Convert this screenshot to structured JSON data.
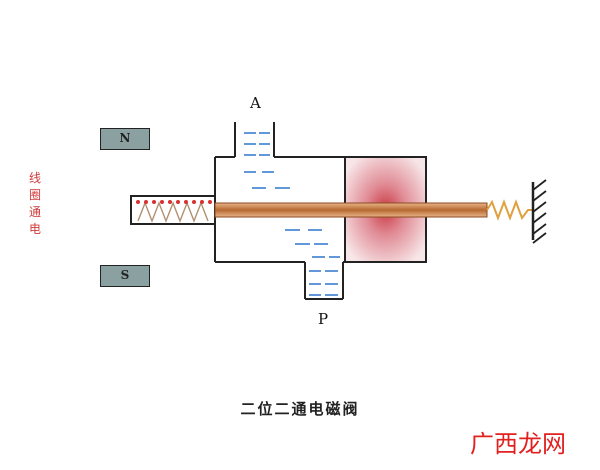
{
  "labels": {
    "port_a": "A",
    "port_p": "P",
    "magnet_north": "N",
    "magnet_south": "S",
    "coil_energized": "线圈通电",
    "caption": "二位二通电磁阀",
    "watermark": "广西龙网"
  },
  "colors": {
    "outline": "#222222",
    "fluid": "#3a7fd0",
    "rod": "#c0804a",
    "spring": "#e0a040",
    "magnet": "#8ba0a0",
    "coil_text": "#d23a3a",
    "armature": "#d88080"
  }
}
